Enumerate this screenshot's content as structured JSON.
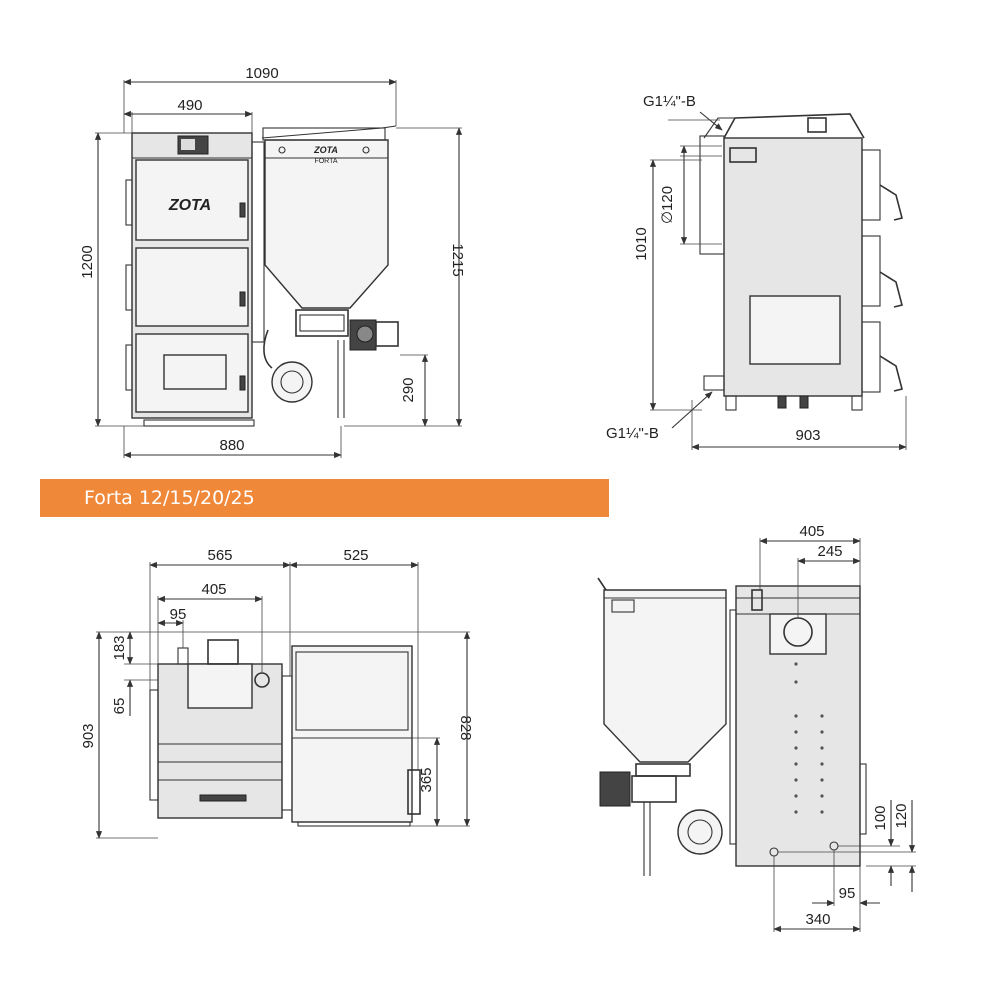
{
  "banner": {
    "title": "Forta 12/15/20/25"
  },
  "colors": {
    "banner": "#f0883a",
    "line": "#333333",
    "body_fill": "#e6e6e6"
  },
  "front_view": {
    "logo_main": "ZOTA",
    "logo_hopper": "ZOTA",
    "logo_hopper_sub": "FORTA",
    "dims": {
      "total_width": "1090",
      "boiler_width": "490",
      "height": "1200",
      "hopper_height": "1215",
      "burner_height": "290",
      "base_width": "880"
    }
  },
  "side_view": {
    "dims": {
      "outlet": "G1¼\"-B",
      "flue": "∅120",
      "height": "1010",
      "inlet": "G1¼\"-B",
      "depth": "903"
    }
  },
  "top_view": {
    "dims": {
      "boiler_width": "565",
      "hopper_width": "525",
      "flue_offset": "405",
      "pipe_offset": "95",
      "depth_183": "183",
      "depth_65": "65",
      "depth": "903",
      "hopper_depth": "828",
      "hopper_mid": "365"
    }
  },
  "rear_view": {
    "dims": {
      "width_405": "405",
      "width_245": "245",
      "height_100": "100",
      "height_120": "120",
      "offset_95": "95",
      "offset_340": "340"
    }
  }
}
